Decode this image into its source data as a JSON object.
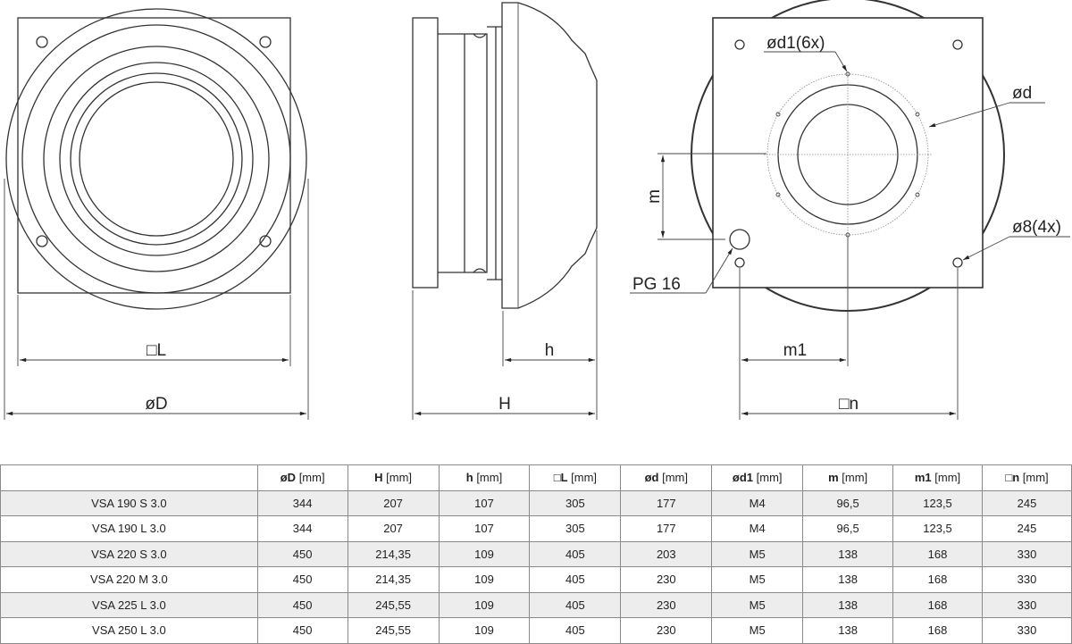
{
  "drawing": {
    "labels": {
      "square_L": "□L",
      "diameter_D": "øD",
      "h": "h",
      "H": "H",
      "d1": "ød1(6x)",
      "d": "ød",
      "hole8": "ø8(4x)",
      "pg16": "PG 16",
      "m": "m",
      "m1": "m1",
      "square_n": "□n"
    }
  },
  "table": {
    "columns": [
      {
        "sym": "øD",
        "unit": " [mm]"
      },
      {
        "sym": "H",
        "unit": " [mm]"
      },
      {
        "sym": "h",
        "unit": " [mm]"
      },
      {
        "sym": "□L",
        "unit": " [mm]"
      },
      {
        "sym": "ød",
        "unit": " [mm]"
      },
      {
        "sym": "ød1",
        "unit": " [mm]"
      },
      {
        "sym": "m",
        "unit": " [mm]"
      },
      {
        "sym": "m1",
        "unit": " [mm]"
      },
      {
        "sym": "□n",
        "unit": " [mm]"
      }
    ],
    "rows": [
      {
        "model": "VSA 190 S 3.0",
        "values": [
          "344",
          "207",
          "107",
          "305",
          "177",
          "M4",
          "96,5",
          "123,5",
          "245"
        ]
      },
      {
        "model": "VSA 190 L 3.0",
        "values": [
          "344",
          "207",
          "107",
          "305",
          "177",
          "M4",
          "96,5",
          "123,5",
          "245"
        ]
      },
      {
        "model": "VSA 220 S 3.0",
        "values": [
          "450",
          "214,35",
          "109",
          "405",
          "203",
          "M5",
          "138",
          "168",
          "330"
        ]
      },
      {
        "model": "VSA 220 M 3.0",
        "values": [
          "450",
          "214,35",
          "109",
          "405",
          "230",
          "M5",
          "138",
          "168",
          "330"
        ]
      },
      {
        "model": "VSA 225 L 3.0",
        "values": [
          "450",
          "245,55",
          "109",
          "405",
          "230",
          "M5",
          "138",
          "168",
          "330"
        ]
      },
      {
        "model": "VSA 250 L 3.0",
        "values": [
          "450",
          "245,55",
          "109",
          "405",
          "230",
          "M5",
          "138",
          "168",
          "330"
        ]
      }
    ]
  }
}
